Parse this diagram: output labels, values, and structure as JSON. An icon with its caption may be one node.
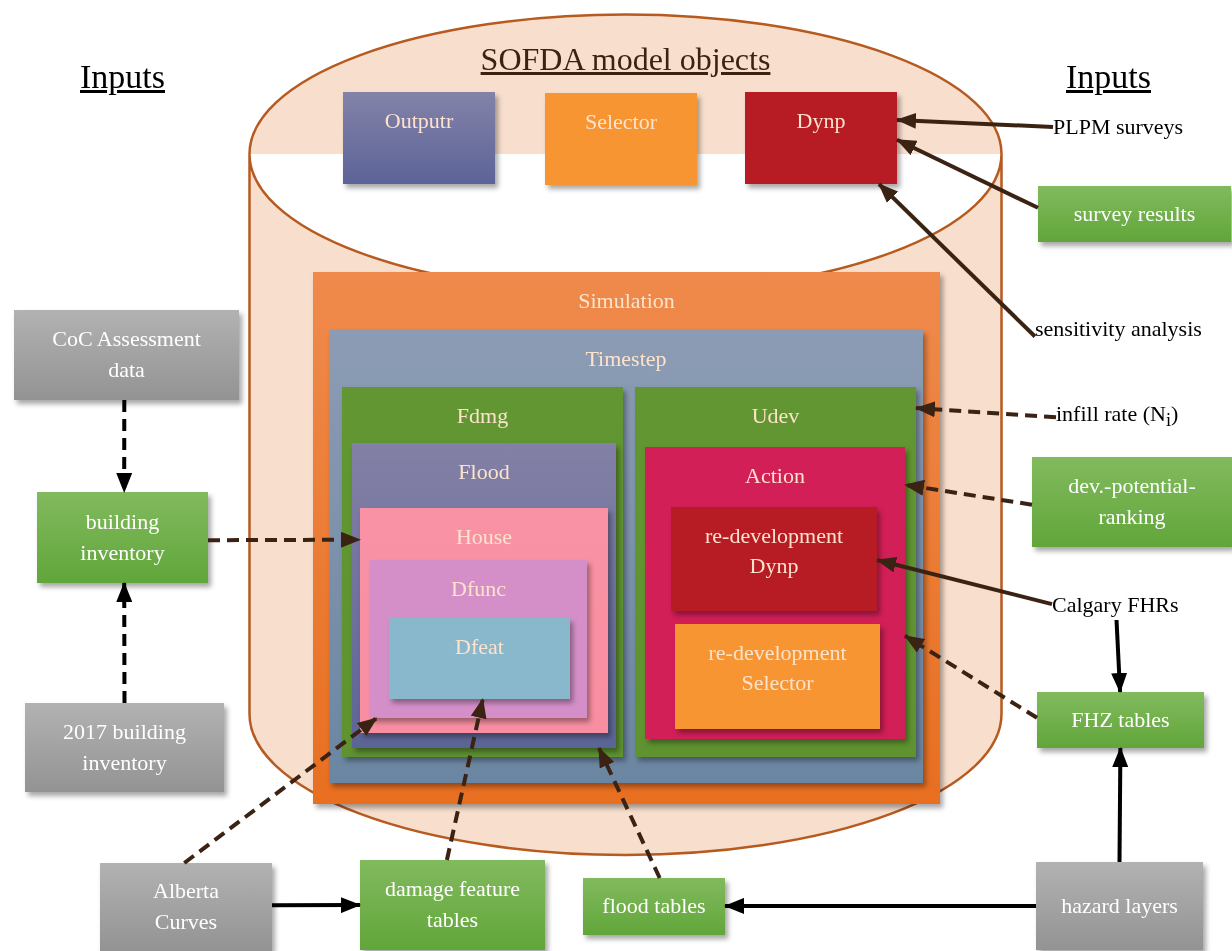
{
  "diagram": {
    "nodes": [
      {
        "text": [
          "SOFDA model objects"
        ]
      },
      {
        "text": [
          "Outputr"
        ],
        "in": 0
      },
      {
        "text": [
          "Selector"
        ],
        "in": 0
      },
      {
        "text": [
          "Dynp"
        ],
        "in": 0
      },
      {
        "text": [
          "Simulation"
        ],
        "in": 0
      },
      {
        "text": [
          "Timestep"
        ],
        "in": 4
      },
      {
        "text": [
          "Fdmg"
        ],
        "in": 5
      },
      {
        "text": [
          "Flood"
        ],
        "in": 6
      },
      {
        "text": [
          "House"
        ],
        "in": 7
      },
      {
        "text": [
          "Dfunc"
        ],
        "in": 8
      },
      {
        "text": [
          "Dfeat"
        ],
        "in": 9
      },
      {
        "text": [
          "Udev"
        ],
        "in": 5
      },
      {
        "text": [
          "Action"
        ],
        "in": 11
      },
      {
        "text": [
          "re-development Dynp"
        ],
        "in": 12
      },
      {
        "text": [
          "re-development Selector"
        ],
        "in": 12
      },
      {
        "text": [
          "CoC Assessment data"
        ]
      },
      {
        "text": [
          "building inventory"
        ]
      },
      {
        "text": [
          "2017 building inventory"
        ]
      },
      {
        "text": [
          "Alberta Curves"
        ]
      },
      {
        "text": [
          "damage feature tables"
        ]
      },
      {
        "text": [
          "flood tables"
        ]
      },
      {
        "text": [
          "hazard layers"
        ]
      },
      {
        "text": [
          "FHZ tables"
        ]
      },
      {
        "text": [
          "Calgary FHRs"
        ]
      },
      {
        "text": [
          "dev.-potential-ranking"
        ]
      },
      {
        "text": [
          "infill rate (N$_{i}$)"
        ]
      },
      {
        "text": [
          "sensitivity analysis"
        ]
      },
      {
        "text": [
          "survey results"
        ]
      },
      {
        "text": [
          "PLPM surveys"
        ]
      }
    ],
    "edges": [
      {
        "from": 15,
        "to": 16,
        "arrow": "to",
        "style": "dashed",
        "color": "#000000"
      },
      {
        "from": 17,
        "to": 16,
        "arrow": "to",
        "style": "dashed",
        "color": "#000000"
      },
      {
        "from": 16,
        "to": 8,
        "arrow": "to",
        "style": "dashed"
      },
      {
        "from": 18,
        "to": 9,
        "arrow": "to",
        "style": "dashed"
      },
      {
        "from": 18,
        "to": 19,
        "arrow": "to",
        "color": "#000000"
      },
      {
        "from": 19,
        "to": 10,
        "arrow": "to",
        "style": "dashed"
      },
      {
        "from": 20,
        "to": 7,
        "arrow": "to",
        "style": "dashed"
      },
      {
        "from": 21,
        "to": 20,
        "arrow": "to",
        "color": "#000000"
      },
      {
        "from": 21,
        "to": 22,
        "arrow": "to",
        "color": "#000000"
      },
      {
        "from": 23,
        "to": 22,
        "arrow": "to",
        "color": "#000000"
      },
      {
        "from": 22,
        "to": 12,
        "arrow": "to",
        "style": "dashed"
      },
      {
        "from": 23,
        "to": 13,
        "arrow": "to"
      },
      {
        "from": 24,
        "to": 12,
        "arrow": "to",
        "style": "dashed"
      },
      {
        "from": 25,
        "to": 11,
        "arrow": "to",
        "style": "dashed"
      },
      {
        "from": 26,
        "to": 3,
        "arrow": "to"
      },
      {
        "from": 27,
        "to": 3,
        "arrow": "to"
      },
      {
        "from": 28,
        "to": 3,
        "arrow": "to"
      }
    ],
    "labels": [
      "Inputs",
      "Inputs"
    ]
  }
}
